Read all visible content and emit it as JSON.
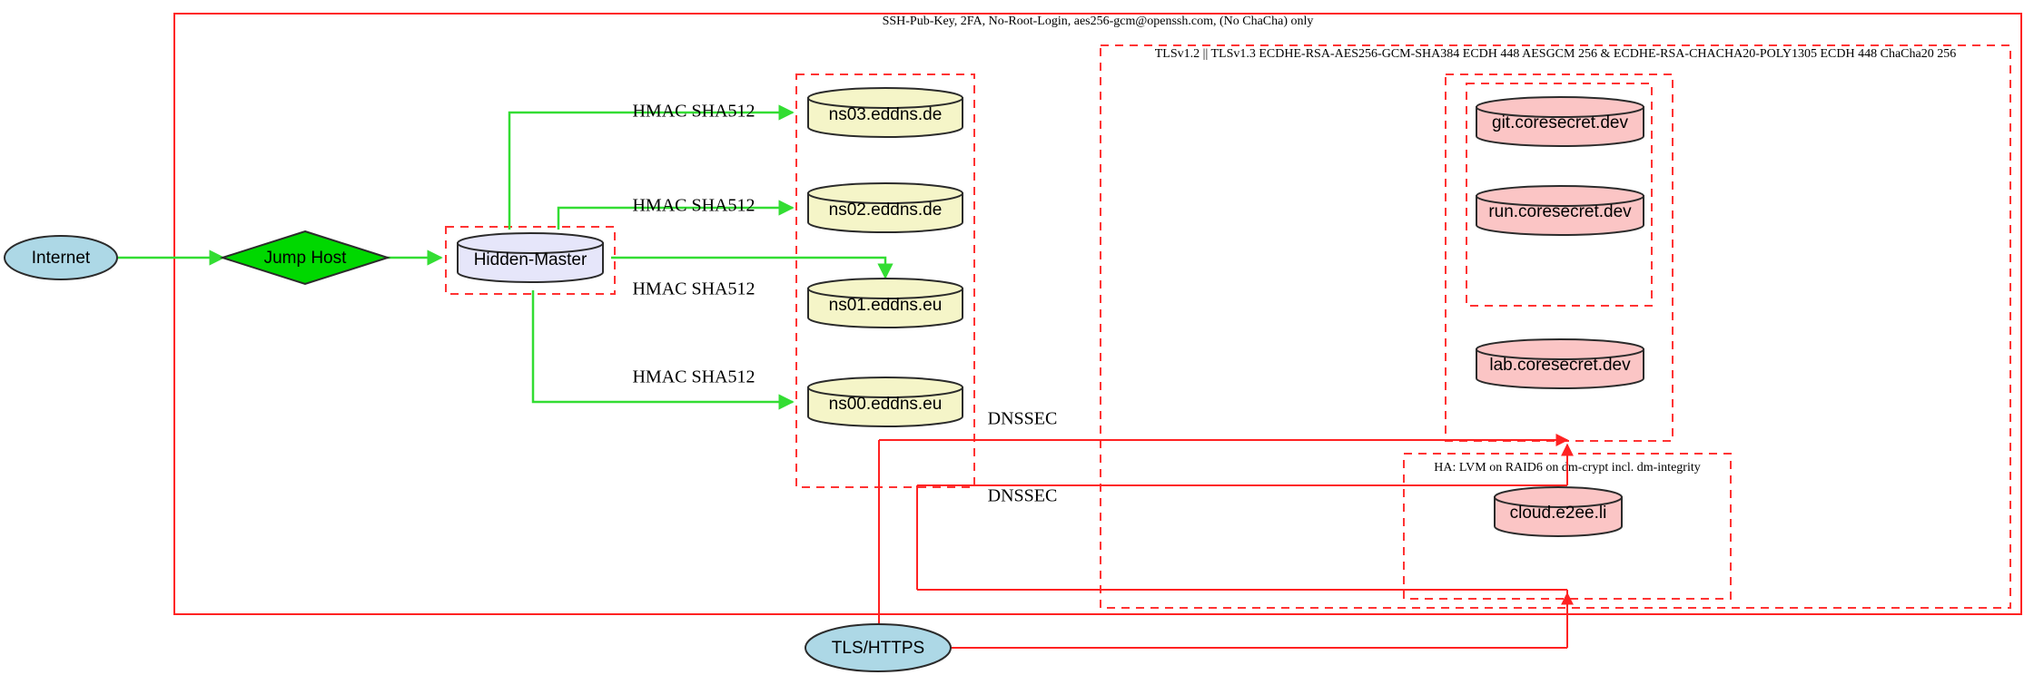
{
  "diagram": {
    "title": "Network security architecture diagram",
    "clusters": {
      "ssh_zone": {
        "label": "SSH-Pub-Key, 2FA, No-Root-Login, aes256-gcm@openssh.com, (No ChaCha) only",
        "style": "solid",
        "color": "#ff2222"
      },
      "tls_zone": {
        "label": "TLSv1.2 || TLSv1.3 ECDHE-RSA-AES256-GCM-SHA384 ECDH 448 AESGCM 256 & ECDHE-RSA-CHACHA20-POLY1305 ECDH 448 ChaCha20 256",
        "style": "dashed",
        "color": "#ff3333"
      },
      "ha_zone": {
        "label": "HA: LVM on RAID6 on dm-crypt incl. dm-integrity",
        "style": "dashed",
        "color": "#ff3333"
      },
      "hidden_master_zone": {
        "label": "",
        "style": "dashed",
        "color": "#ff3333"
      },
      "dns_zone": {
        "label": "",
        "style": "dashed",
        "color": "#ff3333"
      },
      "coresecret_zone": {
        "label": "",
        "style": "dashed",
        "color": "#ff3333"
      }
    },
    "nodes": [
      {
        "id": "internet",
        "label": "Internet",
        "shape": "ellipse",
        "fill": "#add8e6"
      },
      {
        "id": "jumphost",
        "label": "Jump Host",
        "shape": "diamond",
        "fill": "#00d800"
      },
      {
        "id": "hiddenmaster",
        "label": "Hidden-Master",
        "shape": "cylinder",
        "fill": "#e6e6fa"
      },
      {
        "id": "ns03",
        "label": "ns03.eddns.de",
        "shape": "cylinder",
        "fill": "#f5f5c8"
      },
      {
        "id": "ns02",
        "label": "ns02.eddns.de",
        "shape": "cylinder",
        "fill": "#f5f5c8"
      },
      {
        "id": "ns01",
        "label": "ns01.eddns.eu",
        "shape": "cylinder",
        "fill": "#f5f5c8"
      },
      {
        "id": "ns00",
        "label": "ns00.eddns.eu",
        "shape": "cylinder",
        "fill": "#f5f5c8"
      },
      {
        "id": "git",
        "label": "git.coresecret.dev",
        "shape": "cylinder",
        "fill": "#fbc5c5"
      },
      {
        "id": "run",
        "label": "run.coresecret.dev",
        "shape": "cylinder",
        "fill": "#fbc5c5"
      },
      {
        "id": "lab",
        "label": "lab.coresecret.dev",
        "shape": "cylinder",
        "fill": "#fbc5c5"
      },
      {
        "id": "cloud",
        "label": "cloud.e2ee.li",
        "shape": "cylinder",
        "fill": "#fbc5c5"
      },
      {
        "id": "tlshttps",
        "label": "TLS/HTTPS",
        "shape": "ellipse",
        "fill": "#add8e6"
      }
    ],
    "edges": [
      {
        "from": "internet",
        "to": "jumphost",
        "label": "",
        "color": "#33dd33"
      },
      {
        "from": "jumphost",
        "to": "hiddenmaster",
        "label": "",
        "color": "#33dd33"
      },
      {
        "from": "hiddenmaster",
        "to": "ns03",
        "label": "HMAC SHA512",
        "color": "#33dd33"
      },
      {
        "from": "hiddenmaster",
        "to": "ns02",
        "label": "HMAC SHA512",
        "color": "#33dd33"
      },
      {
        "from": "hiddenmaster",
        "to": "ns01",
        "label": "HMAC SHA512",
        "color": "#33dd33"
      },
      {
        "from": "hiddenmaster",
        "to": "ns00",
        "label": "HMAC SHA512",
        "color": "#33dd33"
      },
      {
        "from": "dns_zone",
        "to": "coresecret_zone",
        "label": "DNSSEC",
        "color": "#ff2222"
      },
      {
        "from": "dns_zone",
        "to": "ha_zone",
        "label": "DNSSEC",
        "color": "#ff2222"
      },
      {
        "from": "tlshttps",
        "to": "coresecret_zone",
        "label": "",
        "color": "#ff2222"
      },
      {
        "from": "tlshttps",
        "to": "ha_zone",
        "label": "",
        "color": "#ff2222"
      }
    ],
    "edge_labels": {
      "hmac_1": "HMAC SHA512",
      "hmac_2": "HMAC SHA512",
      "hmac_3": "HMAC SHA512",
      "hmac_4": "HMAC SHA512",
      "dnssec_1": "DNSSEC",
      "dnssec_2": "DNSSEC"
    }
  }
}
